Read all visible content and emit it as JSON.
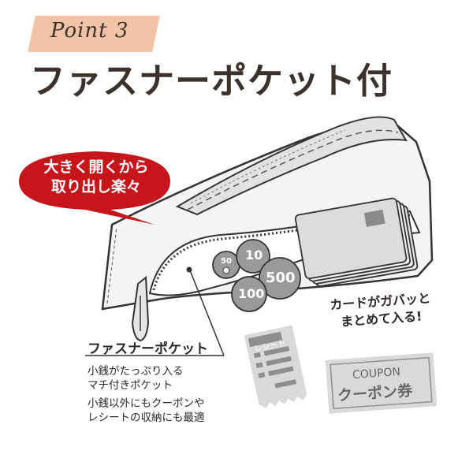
{
  "point": {
    "label": "Point 3"
  },
  "headline": "ファスナーポケット付",
  "bubble": {
    "line1": "大きく開くから",
    "line2": "取り出し楽々"
  },
  "annotation": {
    "title": "ファスナーポケット",
    "lines": [
      "小銭がたっぷり入る",
      "マチ付きポケット",
      "小銭以外にもクーポンや",
      "レシートの収納にも最適"
    ]
  },
  "cards_callout": {
    "line1": "カードがガバッと",
    "line2": "まとめて入る!"
  },
  "coins": [
    "50",
    "10",
    "500",
    "100"
  ],
  "receipt": {
    "title": "レシート"
  },
  "coupon": {
    "en": "COUPON",
    "jp": "クーポン券"
  },
  "colors": {
    "tag": "#f2c3a6",
    "headline": "#3b322e",
    "bubble": "#c8151b",
    "gray": "#8e8e8e",
    "light_gray": "#d9d9d9"
  }
}
